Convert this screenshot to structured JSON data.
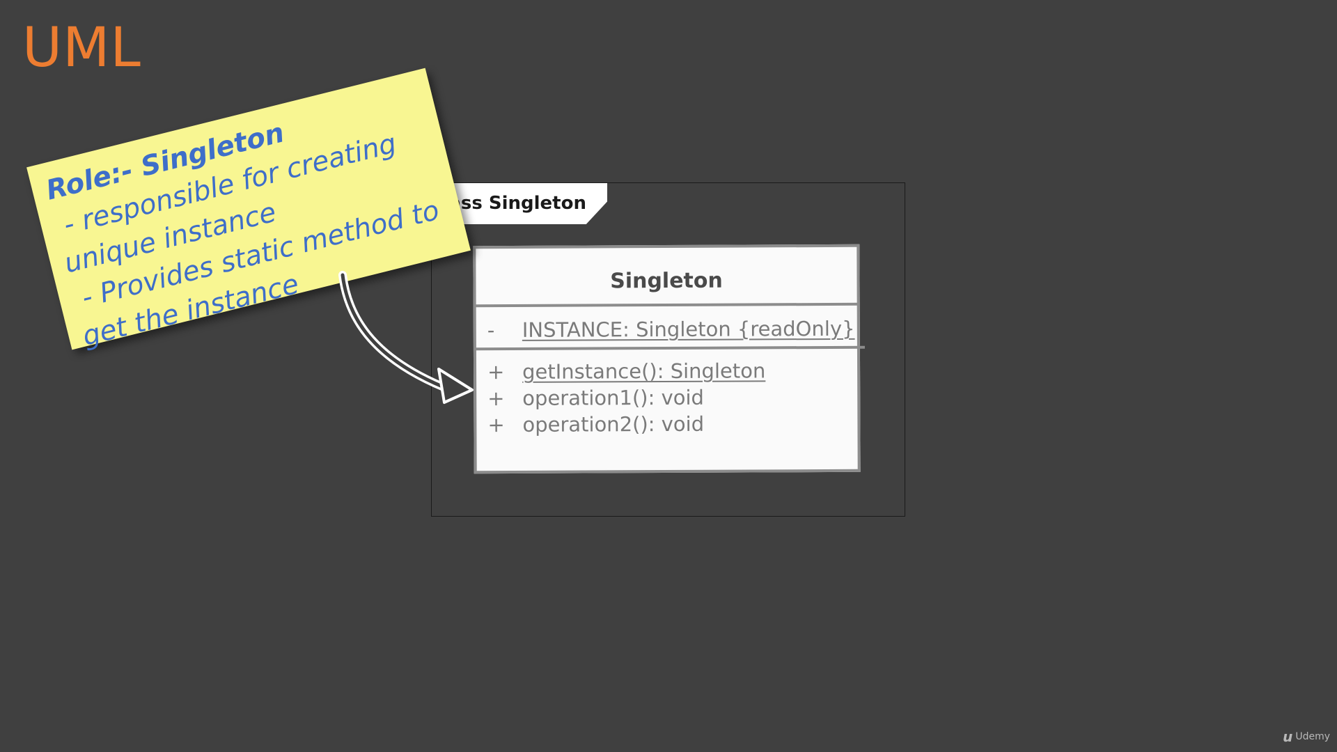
{
  "slide": {
    "title": "UML"
  },
  "frame": {
    "label": "class Singleton"
  },
  "class": {
    "name": "Singleton",
    "attributes": [
      {
        "visibility": "-",
        "text": "INSTANCE: Singleton {readOnly}"
      }
    ],
    "operations": [
      {
        "visibility": "+",
        "text": "getInstance(): Singleton"
      },
      {
        "visibility": "+",
        "text": "operation1(): void"
      },
      {
        "visibility": "+",
        "text": "operation2(): void"
      }
    ]
  },
  "note": {
    "line1": "Role:- Singleton",
    "line2": " - responsible for creating",
    "line3": "unique instance",
    "line4": " - Provides static method to",
    "line5": "get the instance"
  },
  "branding": {
    "name": "Udemy"
  },
  "colors": {
    "background": "#404040",
    "title": "#ed7d31",
    "note": "#f8f692",
    "note_text": "#3e6ec9",
    "class_fill": "#fafafa",
    "class_border": "#8c8c8c"
  }
}
